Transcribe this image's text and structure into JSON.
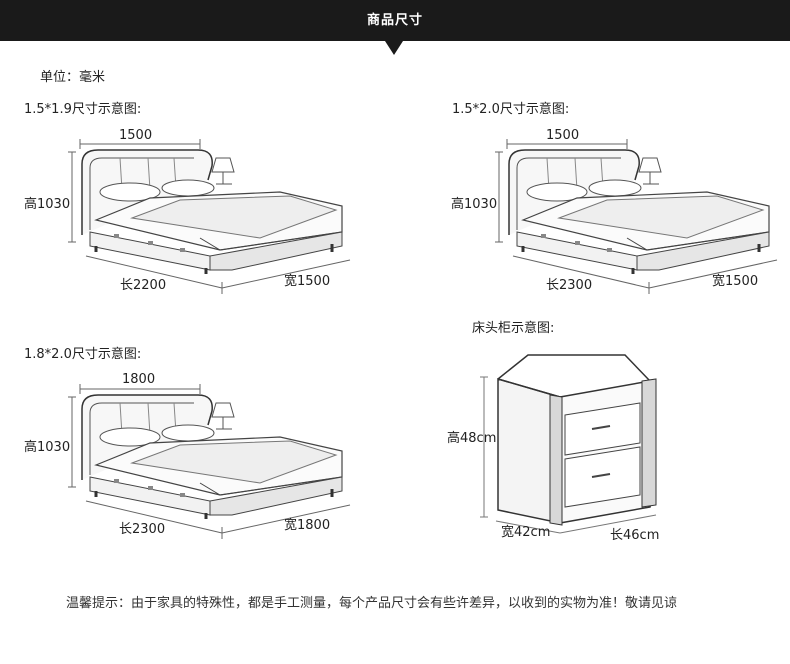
{
  "header": {
    "title": "商品尺寸"
  },
  "unit_label": "单位：毫米",
  "figures": [
    {
      "label": "1.5*1.9尺寸示意图:",
      "width_label": "1500",
      "height_label": "高1030",
      "length_label": "长2200",
      "depth_label": "宽1500"
    },
    {
      "label": "1.5*2.0尺寸示意图:",
      "width_label": "1500",
      "height_label": "高1030",
      "length_label": "长2300",
      "depth_label": "宽1500"
    },
    {
      "label": "1.8*2.0尺寸示意图:",
      "width_label": "1800",
      "height_label": "高1030",
      "length_label": "长2300",
      "depth_label": "宽1800"
    }
  ],
  "nightstand": {
    "label": "床头柜示意图:",
    "height_label": "高48cm",
    "width_label": "宽42cm",
    "length_label": "长46cm"
  },
  "footer_note": "温馨提示：由于家具的特殊性，都是手工测量，每个产品尺寸会有些许差异，以收到的实物为准！敬请见谅"
}
